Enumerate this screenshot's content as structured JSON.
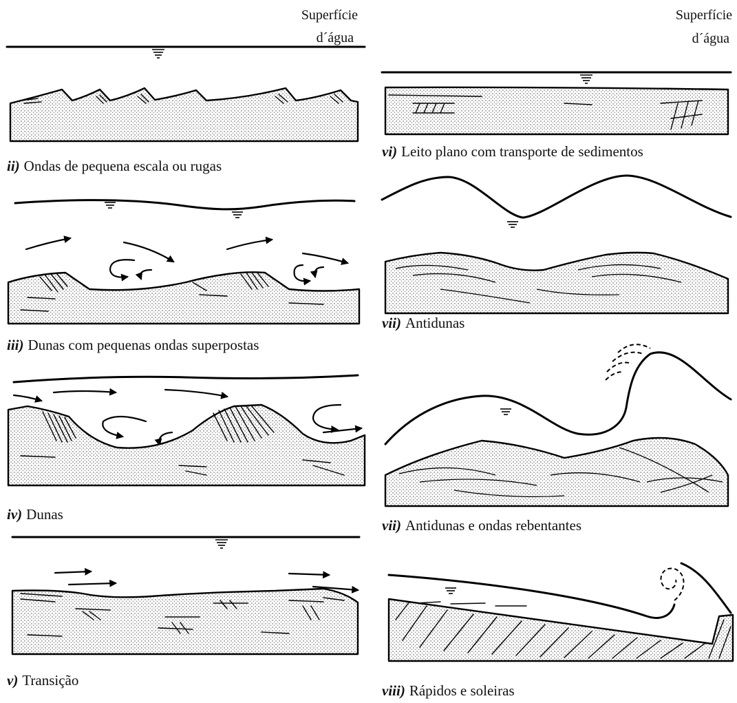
{
  "surface_labels": {
    "left": {
      "line1": "Superfície",
      "line2": "d´água"
    },
    "right": {
      "line1": "Superfície",
      "line2": "d´água"
    }
  },
  "panels": [
    {
      "numeral": "ii)",
      "caption": "Ondas de pequena escala ou rugas"
    },
    {
      "numeral": "iii)",
      "caption": "Dunas com pequenas ondas superpostas"
    },
    {
      "numeral": "iv)",
      "caption": "Dunas"
    },
    {
      "numeral": "v)",
      "caption": "Transição"
    },
    {
      "numeral": "vi)",
      "caption": "Leito plano com transporte de sedimentos"
    },
    {
      "numeral": "vii)",
      "caption": "Antidunas"
    },
    {
      "numeral": "vii)",
      "caption": "Antidunas e ondas rebentantes"
    },
    {
      "numeral": "viii)",
      "caption": "Rápidos e soleiras"
    }
  ]
}
